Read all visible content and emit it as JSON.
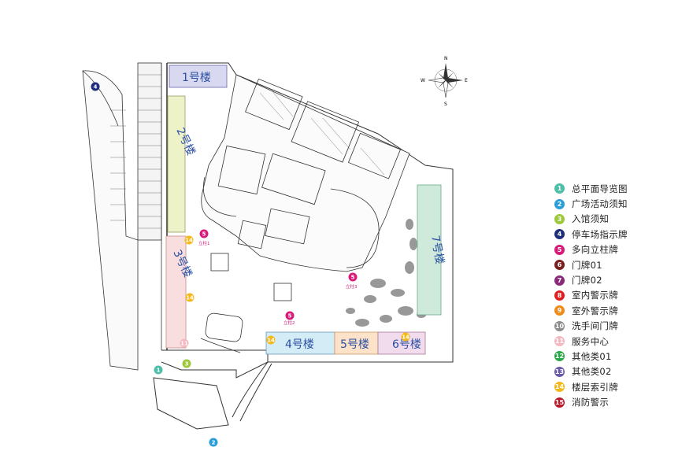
{
  "legend": {
    "items": [
      {
        "num": "1",
        "label": "总平面导览图",
        "color": "#4dbfa8"
      },
      {
        "num": "2",
        "label": "广场活动须知",
        "color": "#2a9ed8"
      },
      {
        "num": "3",
        "label": "入馆须知",
        "color": "#9cc83a"
      },
      {
        "num": "4",
        "label": "停车场指示牌",
        "color": "#1f2e7a"
      },
      {
        "num": "5",
        "label": "多向立柱牌",
        "color": "#d81b7a"
      },
      {
        "num": "6",
        "label": "门牌01",
        "color": "#7a1f1f"
      },
      {
        "num": "7",
        "label": "门牌02",
        "color": "#8a2a7a"
      },
      {
        "num": "8",
        "label": "室内警示牌",
        "color": "#e02020"
      },
      {
        "num": "9",
        "label": "室外警示牌",
        "color": "#f08a18"
      },
      {
        "num": "10",
        "label": "洗手间门牌",
        "color": "#8c8c8c"
      },
      {
        "num": "11",
        "label": "服务中心",
        "color": "#f4b8c0"
      },
      {
        "num": "12",
        "label": "其他类01",
        "color": "#2aa84a"
      },
      {
        "num": "13",
        "label": "其他类02",
        "color": "#6a5aa8"
      },
      {
        "num": "14",
        "label": "楼层索引牌",
        "color": "#f4b81a"
      },
      {
        "num": "15",
        "label": "消防警示",
        "color": "#b81a2a"
      }
    ]
  },
  "buildings": {
    "b1": "1号楼",
    "b2": "2号楼",
    "b3": "3号楼",
    "b4": "4号楼",
    "b5": "5号楼",
    "b6": "6号楼",
    "b7": "7号楼"
  },
  "post_labels": {
    "p1": "立柱1",
    "p2": "立柱2",
    "p3": "立柱3"
  },
  "compass": {
    "n": "N",
    "s": "S",
    "e": "E",
    "w": "W"
  },
  "colors": {
    "b1_fill": "#d8d8f0",
    "b2_fill": "#eef2c8",
    "b3_fill": "#f8dede",
    "b4_fill": "#d4ecf6",
    "b5_fill": "#fbe2c8",
    "b6_fill": "#f0dcec",
    "b7_fill": "#cfeadb"
  }
}
